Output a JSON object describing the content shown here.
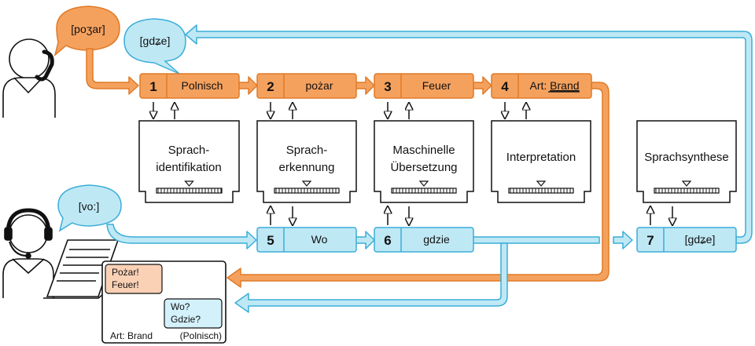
{
  "colors": {
    "orange_fill": "#f5a15e",
    "orange_stroke": "#e07a26",
    "blue_fill": "#bfe8f5",
    "blue_stroke": "#3aaed8",
    "note_orange": "#fbd1b6",
    "note_blue": "#d3f1fb"
  },
  "bubbles": {
    "caller": "[poʒar]",
    "reply_top": "[gdʑe]",
    "operator": "[vo:]"
  },
  "steps": [
    {
      "num": "1",
      "label": "Polnisch"
    },
    {
      "num": "2",
      "label": "pożar"
    },
    {
      "num": "3",
      "label": "Feuer"
    },
    {
      "num": "4",
      "label_prefix": "Art: ",
      "label_underlined": "Brand"
    },
    {
      "num": "5",
      "label": "Wo"
    },
    {
      "num": "6",
      "label": "gdzie"
    },
    {
      "num": "7",
      "label": "[gdʑe]"
    }
  ],
  "modules": [
    {
      "line1": "Sprach-",
      "line2": "identifikation"
    },
    {
      "line1": "Sprach-",
      "line2": "erkennung"
    },
    {
      "line1": "Maschinelle",
      "line2": "Übersetzung"
    },
    {
      "line1": "Interpretation",
      "line2": ""
    },
    {
      "line1": "Sprachsynthese",
      "line2": ""
    }
  ],
  "screen": {
    "note_orange": [
      "Pożar!",
      "Feuer!"
    ],
    "note_blue": [
      "Wo?",
      "Gdzie?"
    ],
    "footer_left": "Art: Brand",
    "footer_right": "(Polnisch)"
  }
}
